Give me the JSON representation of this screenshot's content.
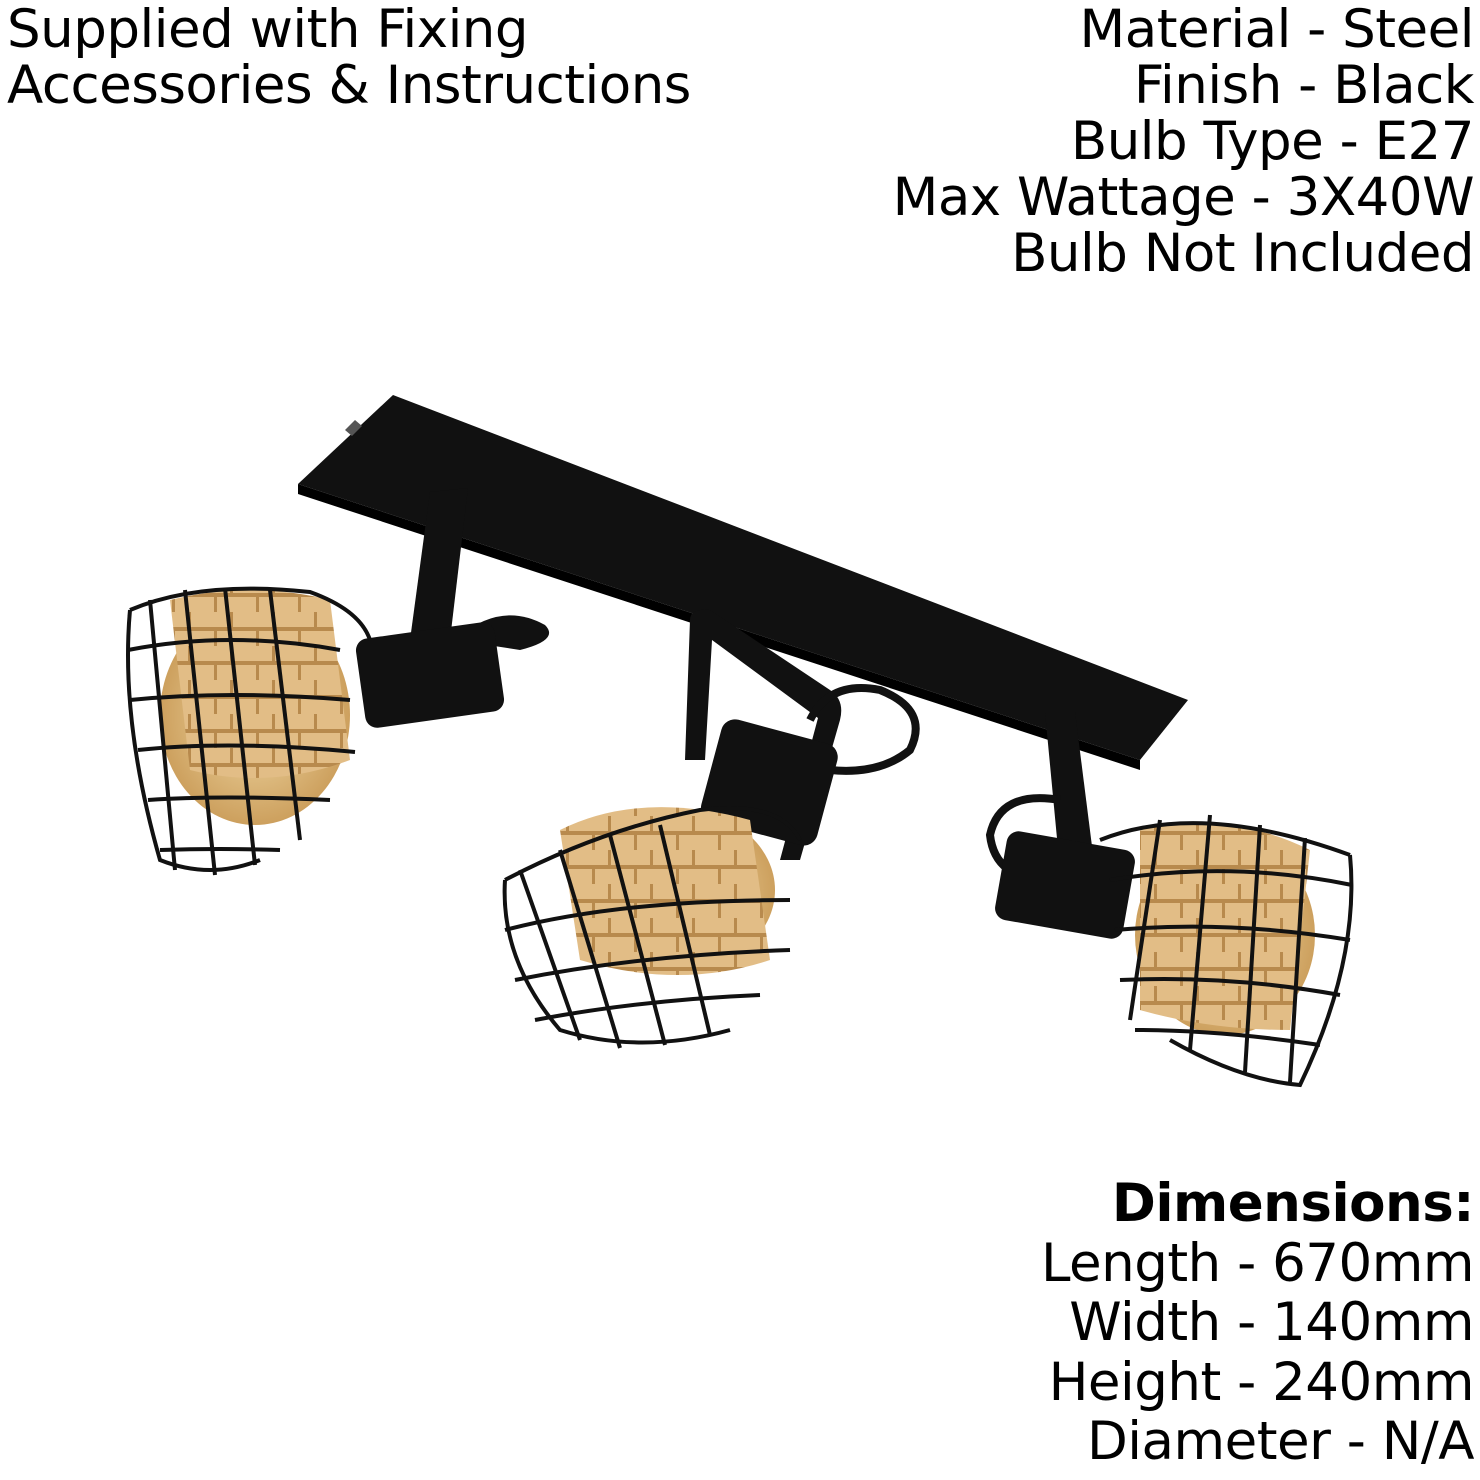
{
  "supply_note": {
    "lines": [
      "Supplied with Fixing",
      "Accessories & Instructions"
    ]
  },
  "specifications": {
    "lines": [
      "Material - Steel",
      "Finish - Black",
      "Bulb Type - E27",
      "Max Wattage - 3X40W",
      "Bulb Not Included"
    ]
  },
  "dimensions": {
    "heading": "Dimensions:",
    "lines": [
      "Length - 670mm",
      "Width - 140mm",
      "Height - 240mm",
      "Diameter - N/A"
    ]
  },
  "product": {
    "image_icon": "triple-spotlight-bar-icon",
    "colors": {
      "metal": "#111111",
      "rattan": "#e2bd86",
      "rattan_dark": "#b88a4d",
      "bulb_glow": "#c99a56"
    }
  }
}
